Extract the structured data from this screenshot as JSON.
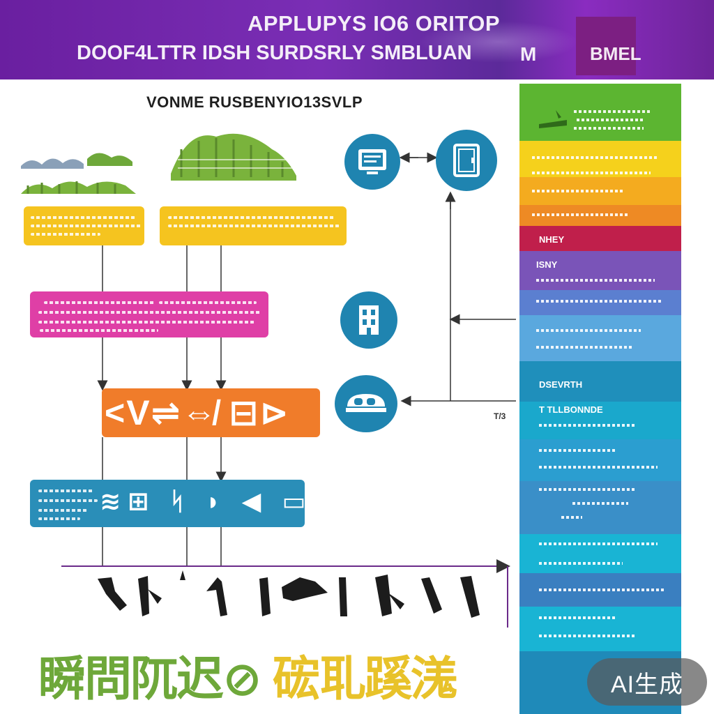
{
  "header": {
    "line1": "APPLUPYS IO6 ORITOP",
    "line2": "DOOF4LTTR IDSH SURDSRLY SMBLUAN",
    "code": "M",
    "tag": "BMEL",
    "bg_color": "#6a1fa0"
  },
  "subtitle": "VONME RUSBENYIO13SVLP",
  "boxes": {
    "orange_glyphs": "<V⇌⇎ ⊟⊳",
    "blue_glyphs": "≋⊞ ᛋ ◗ ◀ ▭"
  },
  "icons": [
    "monitor-icon",
    "cabinet-icon",
    "building-icon",
    "device-icon"
  ],
  "panel": {
    "key_label": "NHEY",
    "sec1_label": "ISNY",
    "sec2_title": "DSEVRTH",
    "sec2_sub": "T TLLBONNDE",
    "colors": [
      "#5cb531",
      "#f5d11c",
      "#f4ab1f",
      "#ee8a24",
      "#c01f4b",
      "#7a54b8",
      "#5b7fd0",
      "#5aa8de",
      "#1f8fbb",
      "#1aa8cc",
      "#2b9ed0",
      "#3a7fc0",
      "#19b4d4",
      "#1f8ab9"
    ]
  },
  "side_note": "T/3",
  "bottom": {
    "green_part": "瞬問阢迟⊘ ",
    "yellow_part": "硡耴蹊溬"
  },
  "badge": "AI生成"
}
